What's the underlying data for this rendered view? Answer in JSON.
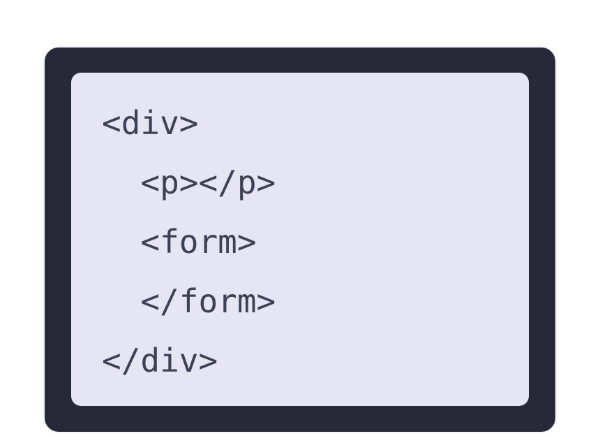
{
  "code": {
    "language": "html",
    "lines": [
      "<div>",
      "  <p></p>",
      "  <form>",
      "  </form>",
      "</div>"
    ]
  },
  "colors": {
    "card_background": "#272938",
    "card_border": "#f5f5fa",
    "panel_background": "#e5e5f4",
    "code_text": "#3e4154"
  }
}
